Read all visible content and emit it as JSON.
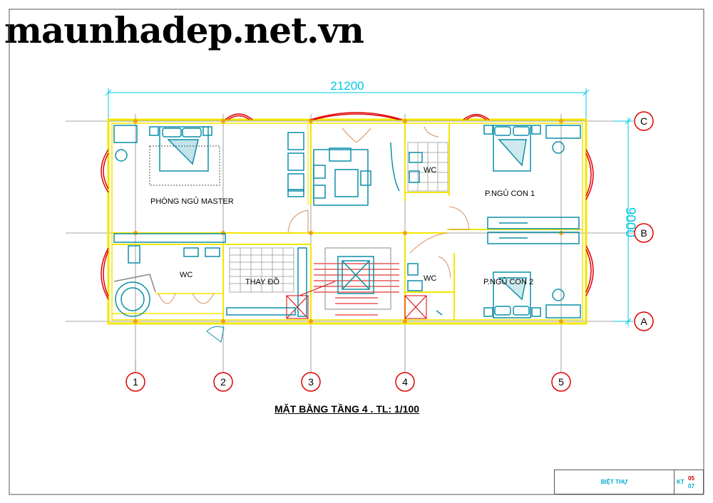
{
  "watermark": "maunhadep.net.vn",
  "dimensions": {
    "width": "21200",
    "height": "9000"
  },
  "grid_columns": [
    "1",
    "2",
    "3",
    "4",
    "5"
  ],
  "grid_rows": [
    "C",
    "B",
    "A"
  ],
  "rooms": {
    "master": "PHÒNG NGỦ MASTER",
    "wc1": "WC",
    "dressing": "THAY ĐỒ",
    "wc2": "WC",
    "wc3": "WC",
    "child1": "P.NGỦ CON 1",
    "child2": "P.NGỦ CON 2"
  },
  "plan_title": "MẶT BẰNG TẦNG 4 . TL: 1/100",
  "title_block": {
    "project": "BIỆT THỰ",
    "code": "KT",
    "sheet": "05",
    "total": "07"
  },
  "colors": {
    "wall": "#f2e600",
    "furniture": "#0a8fa8",
    "dimension": "#00c8e6",
    "grid_circle": "#e00000",
    "window": "#e00000"
  }
}
